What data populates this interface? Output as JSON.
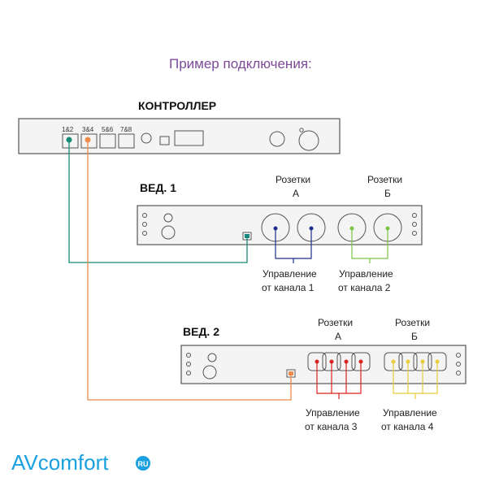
{
  "title": "Пример подключения:",
  "controller": {
    "label": "КОНТРОЛЛЕР",
    "ports": [
      "1&2",
      "3&4",
      "5&6",
      "7&8"
    ]
  },
  "slave1": {
    "label": "ВЕД. 1",
    "groups": [
      {
        "line1": "Розетки",
        "line2": "А",
        "mgmt1": "Управление",
        "mgmt2": "от канала 1"
      },
      {
        "line1": "Розетки",
        "line2": "Б",
        "mgmt1": "Управление",
        "mgmt2": "от канала 2"
      }
    ]
  },
  "slave2": {
    "label": "ВЕД. 2",
    "groups": [
      {
        "line1": "Розетки",
        "line2": "А",
        "mgmt1": "Управление",
        "mgmt2": "от канала 3"
      },
      {
        "line1": "Розетки",
        "line2": "Б",
        "mgmt1": "Управление",
        "mgmt2": "от канала 4"
      }
    ]
  },
  "logo": {
    "av": "AV",
    "comfort": "comfort",
    "ru": "RU"
  },
  "colors": {
    "title": "#7d4a98",
    "teal": "#168a76",
    "orange": "#ef8a4a",
    "blue": "#1f2e8c",
    "green": "#7cc544",
    "red": "#d9231f",
    "yellow": "#e8cc3a",
    "logo": "#1aa0e0"
  }
}
